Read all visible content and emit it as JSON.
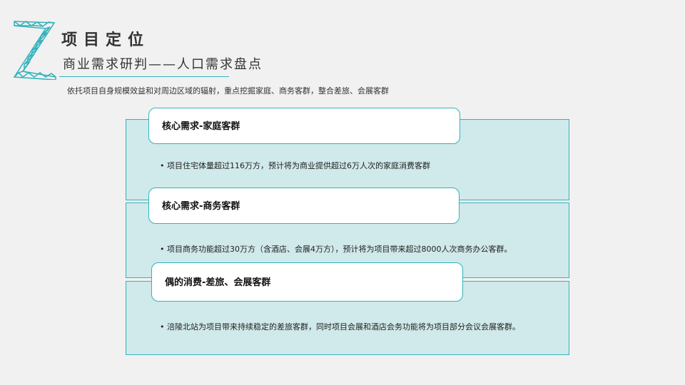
{
  "header": {
    "title": "项目定位",
    "subtitle": "商业需求研判——人口需求盘点",
    "summary": "依托项目自身规模效益和对周边区域的辐射，重点挖掘家庭、商务客群，整合差旅、会展客群"
  },
  "colors": {
    "accent": "#35b3bd",
    "panel_fill": "#d0e9ea",
    "background": "#f1f1f1"
  },
  "sections": [
    {
      "heading": "核心需求-家庭客群",
      "bullet": "项目住宅体量超过116万方，预计将为商业提供超过6万人次的家庭消费客群"
    },
    {
      "heading": "核心需求-商务客群",
      "bullet": "项目商务功能超过30万方（含酒店、会展4万方），预计将为项目带来超过8000人次商务办公客群。"
    },
    {
      "heading": "偶的消费-差旅、会展客群",
      "bullet": "涪陵北站为项目带来持续稳定的差旅客群，同时项目会展和酒店会务功能将为项目部分会议会展客群。"
    }
  ],
  "bullet_symbol": "•"
}
